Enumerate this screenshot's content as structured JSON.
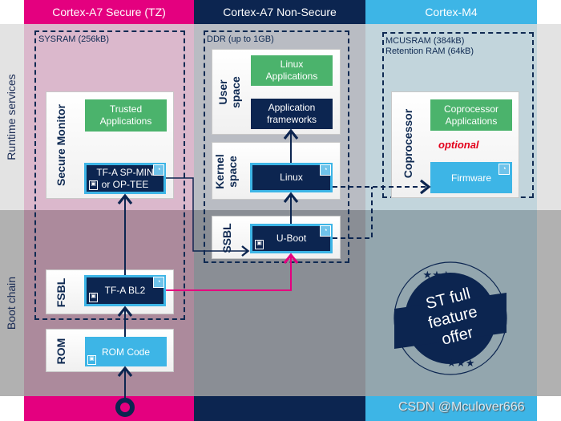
{
  "columns": [
    {
      "label": "Cortex-A7 Secure (TZ)",
      "color": "#e4007f"
    },
    {
      "label": "Cortex-A7 Non-Secure",
      "color": "#0c2550"
    },
    {
      "label": "Cortex-M4",
      "color": "#3db5e6"
    }
  ],
  "rows": {
    "runtime": "Runtime services",
    "boot": "Boot chain"
  },
  "memory": {
    "sysram": "SYSRAM (256kB)",
    "ddr": "DDR (up to 1GB)",
    "mcusram": "MCUSRAM (384kB)",
    "retention": "Retention RAM (64kB)"
  },
  "secure": {
    "monitor_title": "Secure Monitor",
    "trusted_apps": "Trusted Applications",
    "spmin_line1": "TF-A SP-MIN",
    "spmin_line2": "or OP-TEE",
    "fsbl_title": "FSBL",
    "bl2": "TF-A BL2",
    "rom_title": "ROM",
    "rom_code": "ROM Code"
  },
  "nonsecure": {
    "user_title_1": "User",
    "user_title_2": "space",
    "linux_apps": "Linux Applications",
    "app_frameworks": "Application frameworks",
    "kernel_title_1": "Kernel",
    "kernel_title_2": "space",
    "linux": "Linux",
    "ssbl_title": "SSBL",
    "uboot": "U-Boot"
  },
  "m4": {
    "coproc_title": "Coprocessor",
    "coproc_apps": "Coprocessor Applications",
    "optional": "optional",
    "firmware": "Firmware"
  },
  "stamp": {
    "line1": "ST full",
    "line2": "feature",
    "line3": "offer"
  },
  "watermark": "CSDN @Mculover666",
  "icons": {
    "st-badge": "ST update badge",
    "lock": "secure lock"
  }
}
